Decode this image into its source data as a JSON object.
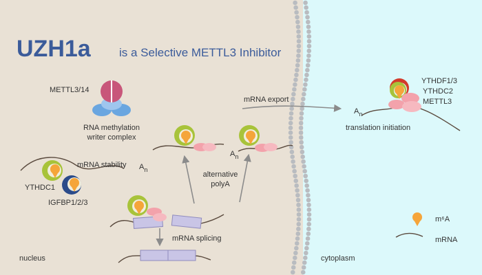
{
  "title": {
    "main": "UZH1a",
    "rest": "is a Selective METTL3 Inhibitor",
    "color": "#3b5b9a"
  },
  "labels": {
    "mettl": "METTL3/14",
    "complex_line1": "RNA methylation",
    "complex_line2": "writer complex",
    "stability": "mRNA stability",
    "ythdc1": "YTHDC1",
    "igfbp": "IGFBP1/2/3",
    "export": "mRNA export",
    "alt_line1": "alternative",
    "alt_line2": "polyA",
    "splicing": "mRNA  splicing",
    "nucleus": "nucleus",
    "cytoplasm": "cytoplasm",
    "ythdf": "YTHDF1/3",
    "ythdc2": "YTHDC2",
    "mettl3": "METTL3",
    "translation": "translation initiation",
    "polya": "A",
    "polya_sub": "n",
    "legend_m6a": "m⁶A",
    "legend_mrna": "mRNA"
  },
  "colors": {
    "nucleus_bg": "#e9e1d5",
    "cytoplasm_bg": "#dcf9fb",
    "m6a_orange": "#f5a53a",
    "reader_green": "#a8c33a",
    "reader_navy": "#2b4b8a",
    "reader_red": "#d33b2b",
    "pink": "#f3a2ab",
    "blue_subunit": "#6aa6e0",
    "purple_subunit": "#c8567a",
    "box_lavender": "#c9c5e6",
    "membrane_gray": "#b9bcc0"
  },
  "icons": [
    "m6a-marker-icon",
    "reader-protein-icon",
    "writer-complex-icon",
    "membrane-icon",
    "arrow-icon"
  ]
}
